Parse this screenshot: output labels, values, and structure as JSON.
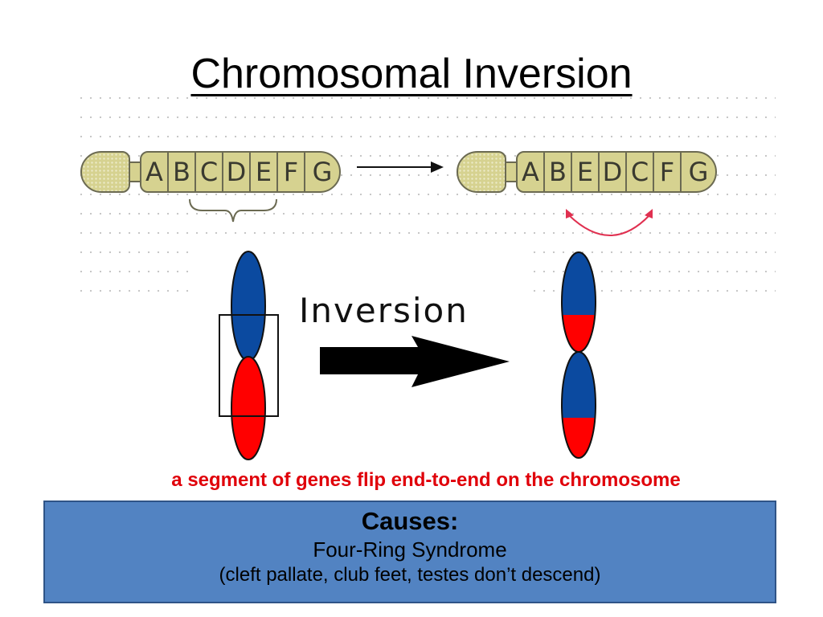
{
  "title": "Chromosomal Inversion",
  "chromosome_before": {
    "genes": [
      "A",
      "B",
      "C",
      "D",
      "E",
      "F",
      "G"
    ]
  },
  "chromosome_after": {
    "genes": [
      "A",
      "B",
      "E",
      "D",
      "C",
      "F",
      "G"
    ]
  },
  "inversion_label": "Inversion",
  "caption": "a segment of genes flip end-to-end on the chromosome",
  "causes": {
    "heading": "Causes:",
    "syndrome": "Four-Ring Syndrome",
    "details": "(cleft pallate, club feet, testes don’t descend)"
  },
  "colors": {
    "blue": "#0b4aa0",
    "red": "#ff0000",
    "chromosome": "#d6d290",
    "arc": "#e03050",
    "caption": "#e0000a",
    "box": "#5283c2"
  }
}
